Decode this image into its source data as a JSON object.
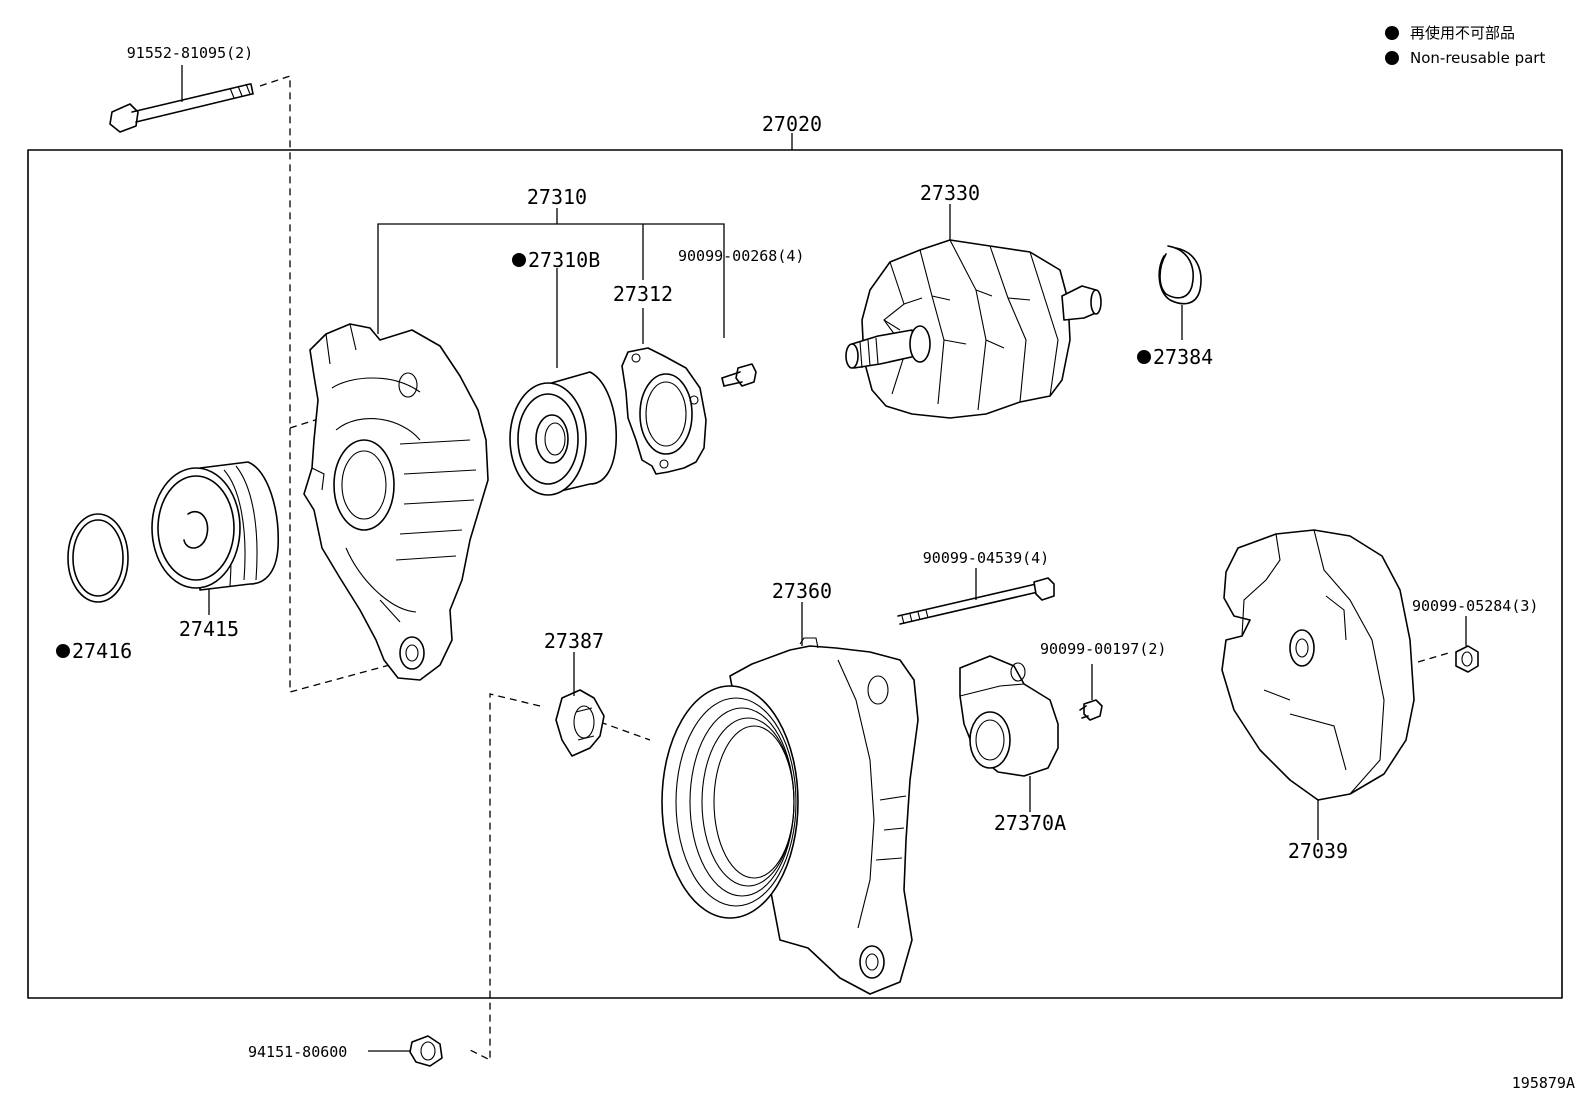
{
  "legend": {
    "japanese": "再使用不可部品",
    "english": "Non-reusable part"
  },
  "diagram_id": "195879A",
  "assembly_label": "27020",
  "parts": {
    "p91552": "91552-81095(2)",
    "p27310": "27310",
    "p27310B": "27310B",
    "p27312": "27312",
    "p90099_00268": "90099-00268(4)",
    "p27330": "27330",
    "p27384": "27384",
    "p27416": "27416",
    "p27415": "27415",
    "p90099_04539": "90099-04539(4)",
    "p27360": "27360",
    "p90099_00197": "90099-00197(2)",
    "p90099_05284": "90099-05284(3)",
    "p27387": "27387",
    "p27370A": "27370A",
    "p27039": "27039",
    "p94151": "94151-80600"
  }
}
